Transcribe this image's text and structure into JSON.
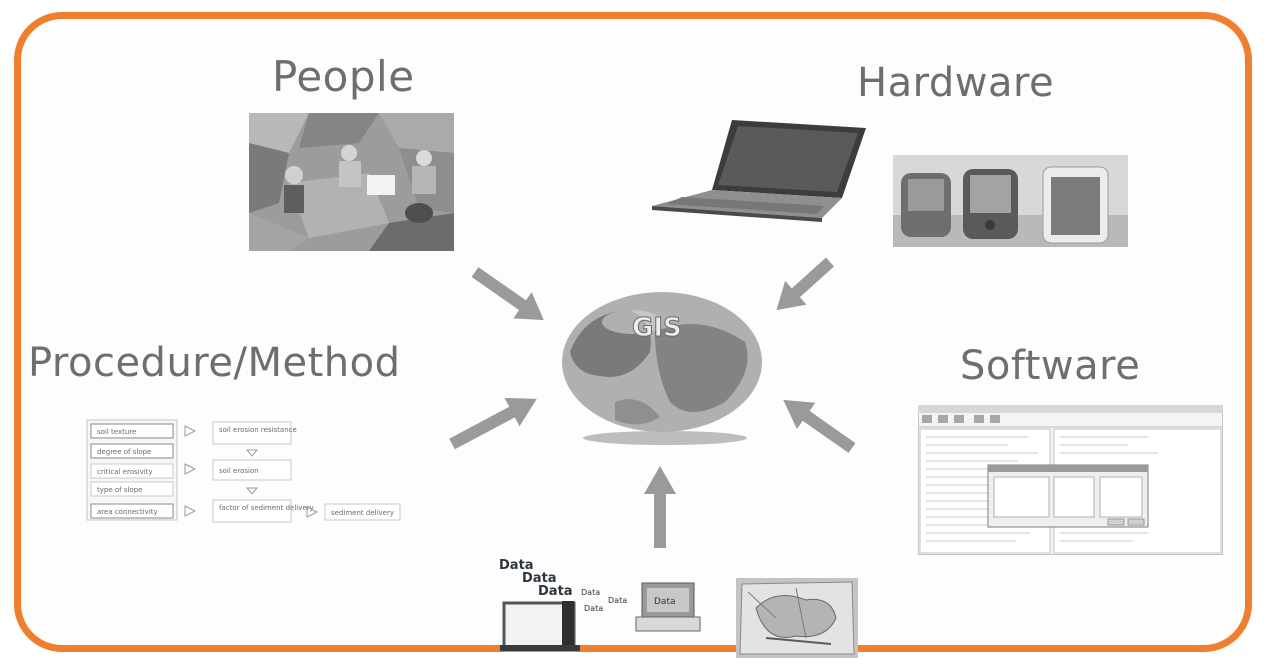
{
  "labels": {
    "people": "People",
    "hardware": "Hardware",
    "procedure": "Procedure/Method",
    "software": "Software"
  },
  "center": {
    "globe_text": "GIS"
  },
  "data_stack": [
    "Data",
    "Data",
    "Data",
    "Data",
    "Data",
    "Data"
  ],
  "monitor_text": "Data",
  "flowchart": {
    "boxes": [
      "soil texture",
      "degree of slope",
      "critical erosivity",
      "type of slope",
      "area connectivity",
      "soil erosion resistance",
      "soil erosion",
      "factor of sediment delivery",
      "sediment delivery"
    ]
  },
  "colors": {
    "frame": "#f07e2f",
    "label": "#6e6e6e",
    "arrow": "#9a9a9a"
  }
}
